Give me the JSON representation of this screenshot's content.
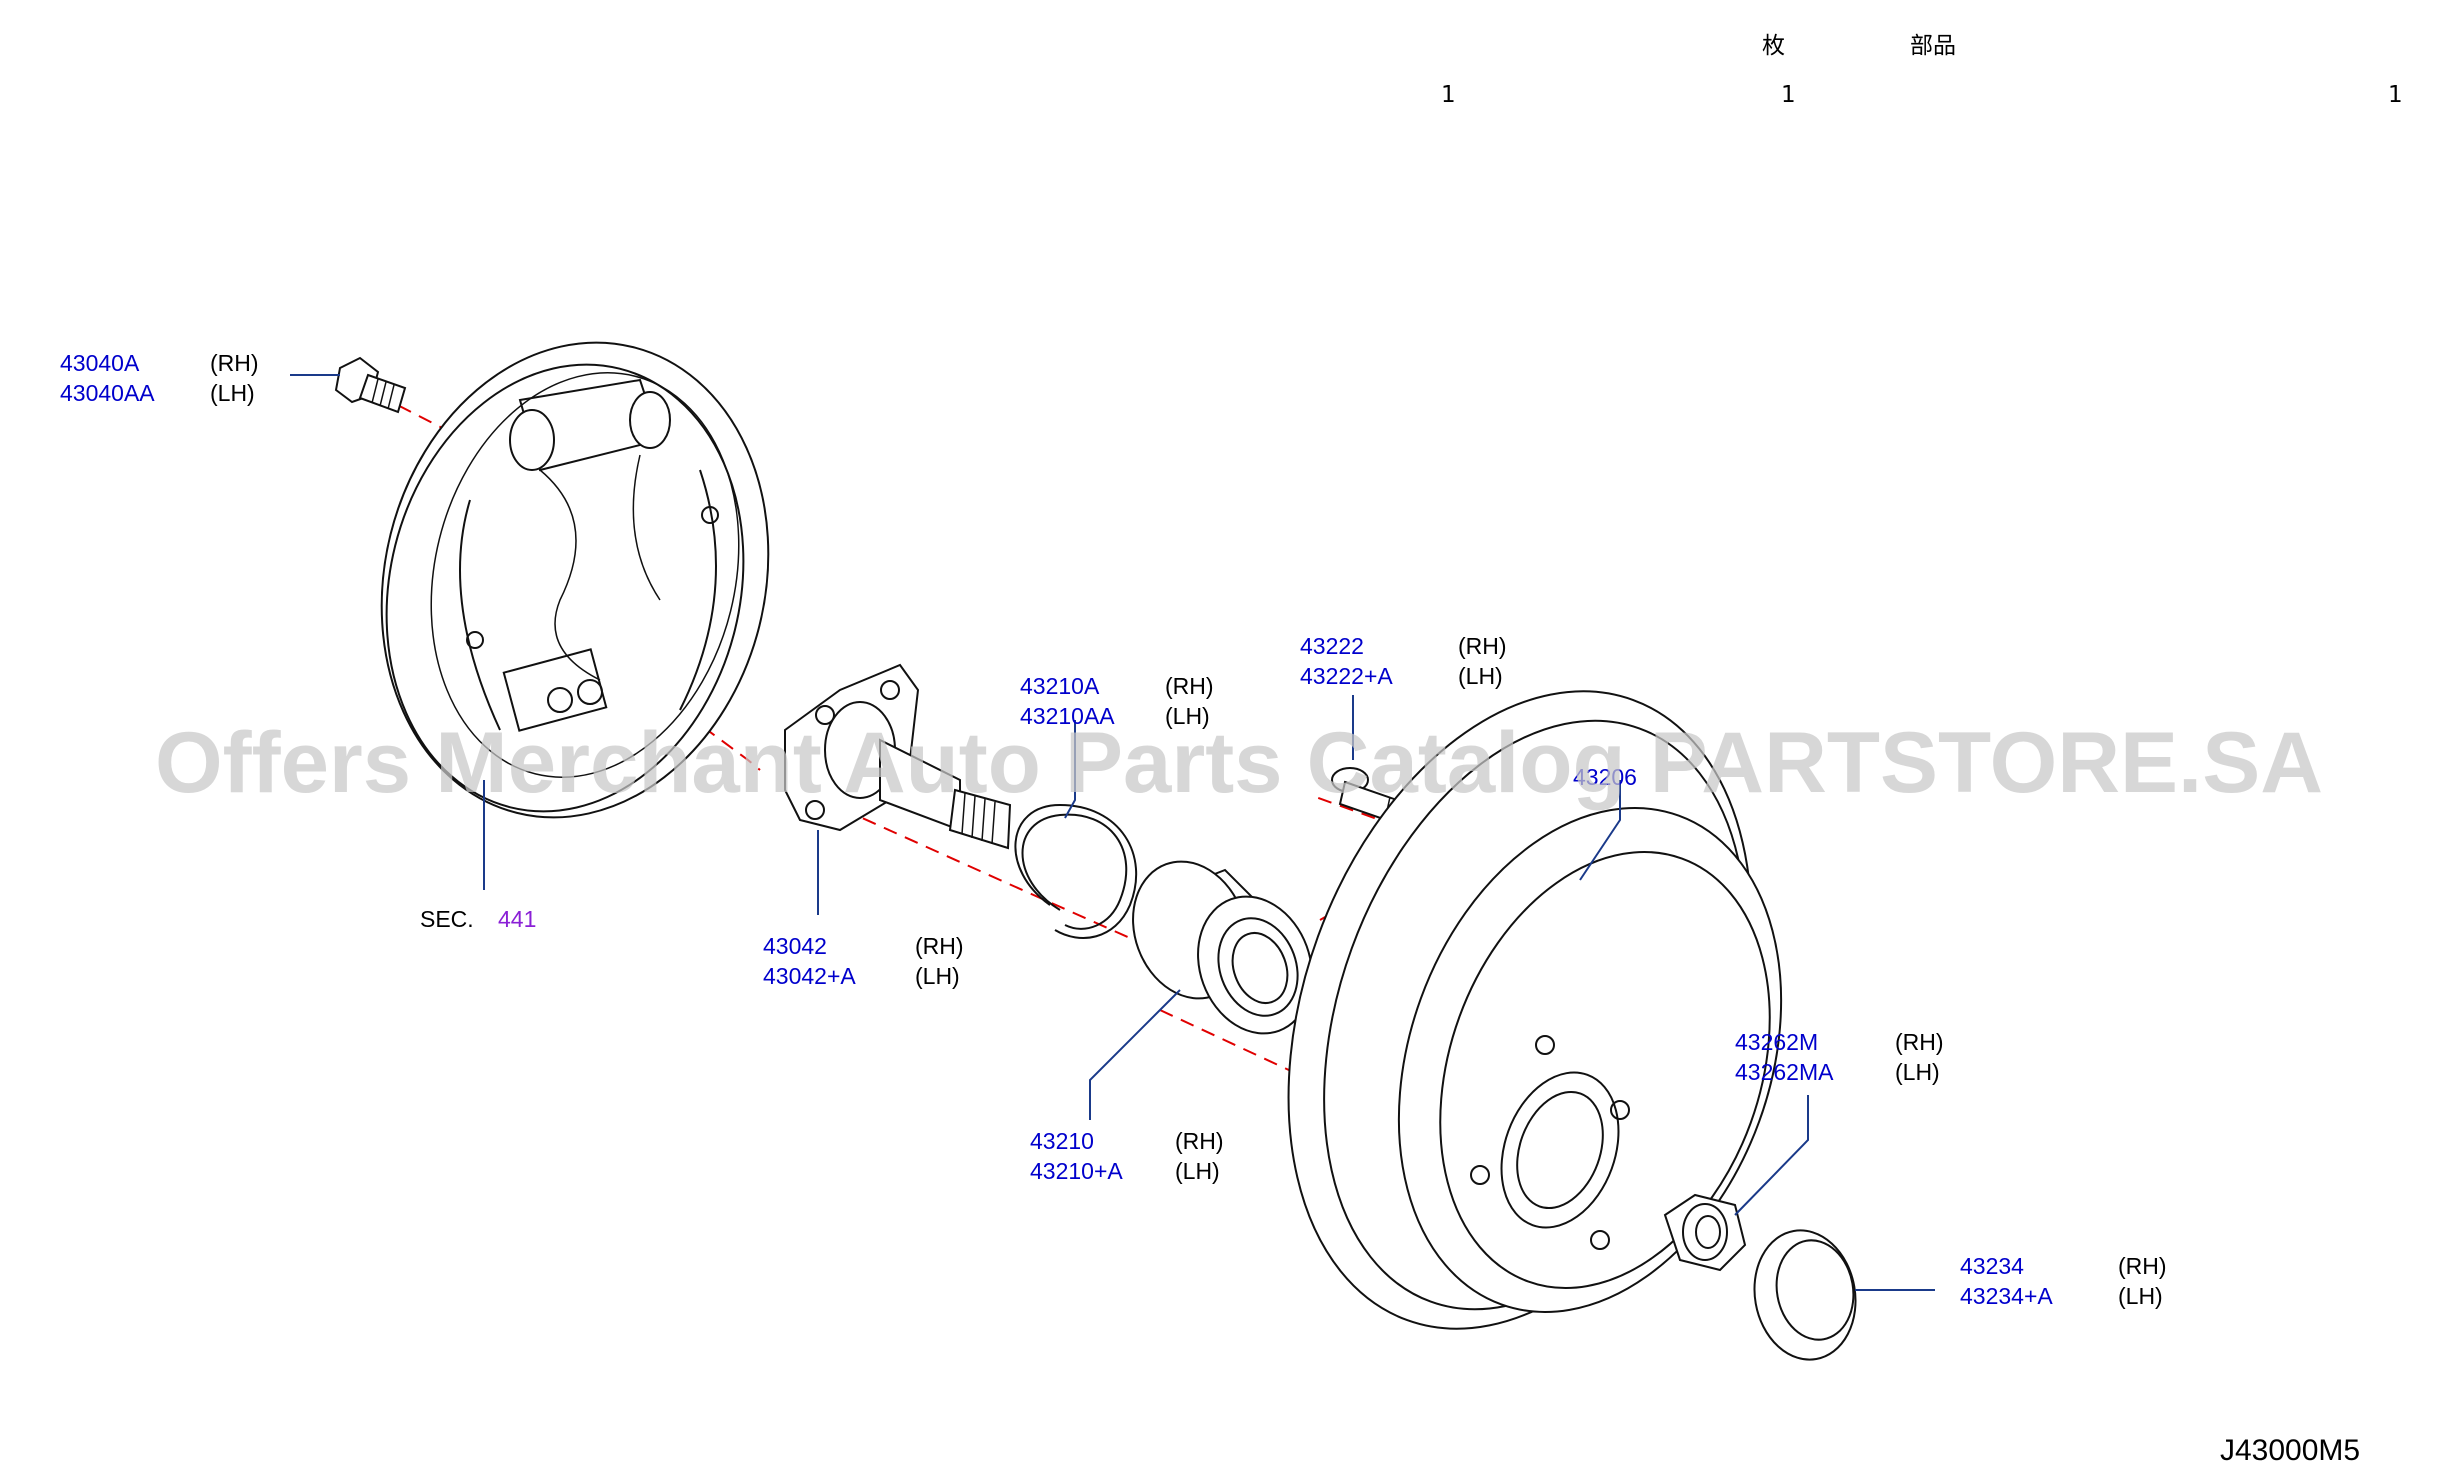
{
  "header": {
    "col_qty": "枚",
    "col_parts": "部品",
    "row_values": [
      "1",
      "1",
      "1"
    ]
  },
  "callouts": {
    "bolt_backplate": {
      "rh": "43040A",
      "lh": "43040AA",
      "rh_tag": "(RH)",
      "lh_tag": "(LH)"
    },
    "hub_bolt": {
      "rh": "43222",
      "lh": "43222+A",
      "rh_tag": "(RH)",
      "lh_tag": "(LH)"
    },
    "snap_ring": {
      "rh": "43210A",
      "lh": "43210AA",
      "rh_tag": "(RH)",
      "lh_tag": "(LH)"
    },
    "spindle": {
      "rh": "43042",
      "lh": "43042+A",
      "rh_tag": "(RH)",
      "lh_tag": "(LH)"
    },
    "bearing": {
      "rh": "43210",
      "lh": "43210+A",
      "rh_tag": "(RH)",
      "lh_tag": "(LH)"
    },
    "hub_nut": {
      "rh": "43262M",
      "lh": "43262MA",
      "rh_tag": "(RH)",
      "lh_tag": "(LH)"
    },
    "cap": {
      "rh": "43234",
      "lh": "43234+A",
      "rh_tag": "(RH)",
      "lh_tag": "(LH)"
    },
    "drum": {
      "number": "43206"
    }
  },
  "section_ref": {
    "label": "SEC.",
    "number": "441"
  },
  "diagram_code": "J43000M5",
  "watermark": "Offers Merchant Auto Parts Catalog PARTSTORE.SA"
}
